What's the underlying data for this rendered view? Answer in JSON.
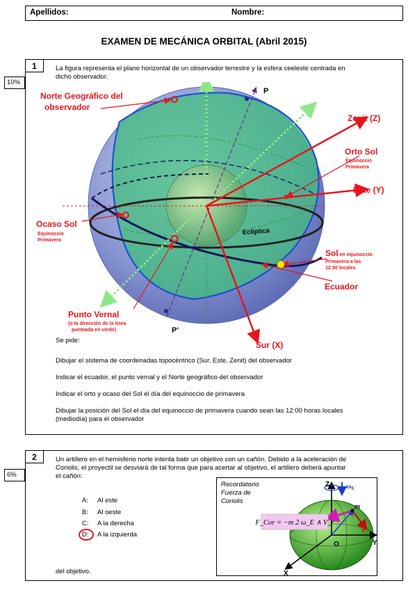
{
  "header": {
    "surname": "Apellidos:",
    "name": "Nombre:"
  },
  "exam_title": "EXAMEN DE MECÁNICA ORBITAL (Abril 2015)",
  "q1": {
    "number": "1",
    "weight": "10%",
    "intro_1": "La figura representa el plano horizontal de un observador terrestre y la esfera ceeleste centrada en",
    "intro_2": "dicho observador.",
    "labels": {
      "north_1": "Norte Geográfico del",
      "north_2": "observador",
      "p": "P",
      "p_prime": "P'",
      "zenit": "Zenit (Z)",
      "orto": "Orto Sol",
      "orto_sub1": "Equinoccio",
      "orto_sub2": "Primavera",
      "este": "Este (Y)",
      "ocaso": "Ocaso Sol",
      "ocaso_sub1": "Equinoccio",
      "ocaso_sub2": "Primavera",
      "ecliptica": "Eclíptica",
      "sol_main": "Sol",
      "sol_1": " en equinoccio",
      "sol_2": "Primavera a las",
      "sol_3": "12:00 locales",
      "ecuador": "Ecuador",
      "vernal": "Punto Vernal",
      "vernal_sub1": "(o la dirección de la línea",
      "vernal_sub2": "punteada en verde)",
      "sur": "Sur (X)"
    },
    "se_pide": "Se pide:",
    "tasks": [
      "Dibujar el sistema de coordenadas topocéntrico (Sur, Este, Zenit) del observador",
      "Indicar el ecuador, el punto vernal y el Norte geográfico del observador",
      "Indicar el orto y ocaso del Sol el día del equinoccio de primavera",
      "Dibujar la posición del Sol el día del equinoccio de primavera cuando sean las 12:00 horas locales",
      "(mediodía) para el observador"
    ]
  },
  "q2": {
    "number": "2",
    "weight": "6%",
    "text_1": "Un artillero en el hemisferio norte intenta batir un objetivo con un cañón. Debido a la aceleración de",
    "text_2": "Coriolis, el proyectil se desviará de tal forma que para acertar al objetivo, el artillero deberá apuntar",
    "text_3": "el cañón:",
    "options": [
      {
        "key": "A:",
        "text": "Al este"
      },
      {
        "key": "B:",
        "text": "Al oeste"
      },
      {
        "key": "C:",
        "text": "A la derecha"
      },
      {
        "key": "D:",
        "text": "A la izquierda"
      }
    ],
    "selected_option": "D",
    "ending": "del objetivo.",
    "coriolis": {
      "cap_1": "Recordatorio",
      "cap_2": "Fuerza de",
      "cap_3": "Coriolis",
      "formula": "F_Cor = −m 2 ω_E ∧ V_r",
      "z": "Z",
      "y": "Y",
      "x": "X",
      "o": "O",
      "m": "m",
      "v": "V",
      "omega": "ω",
      "omega_sub": "E"
    }
  },
  "colors": {
    "accent_red": "#e8141c",
    "sphere_blue": "#7c8fcf",
    "plane_green": "#3fbf7a",
    "dark_navy": "#10185a"
  }
}
